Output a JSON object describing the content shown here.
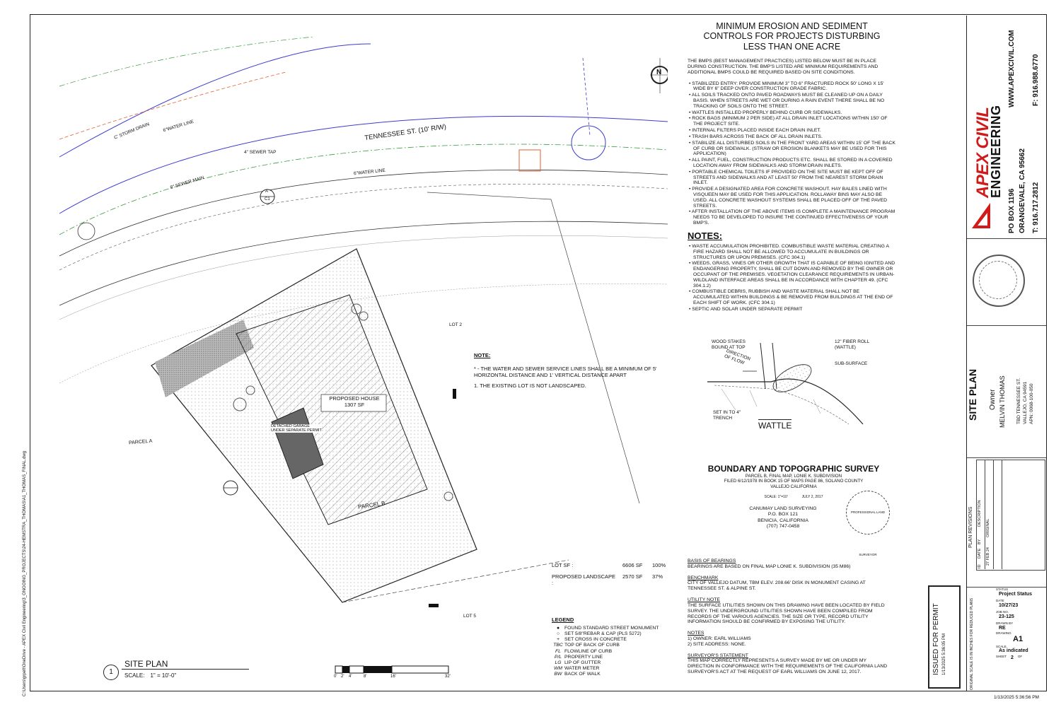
{
  "sheet": {
    "left_path": "C:\\Users\\grpelt\\OneDrive - APEX Civil Engineering\\3_ONGOING_PROJECTS\\24-HEMSTRA_THOMAS\\A1_THOMAS_FINAL.dwg"
  },
  "site_plan": {
    "street_label": "TENNESSEE ST. (10' R/W)",
    "storm_drain": "C' STORM DRAIN",
    "water_line": "6\"WATER LINE",
    "sewer_main": "8\" SEWER MAIN",
    "sewer_tap": "4\" SEWER TAP",
    "water_line2": "6\"WATER LINE",
    "lot2": "LOT 2",
    "lot5": "LOT 5",
    "parcel_a": "PARCEL A",
    "parcel_b": "PARCEL B",
    "proposed_house": "PROPOSED HOUSE",
    "proposed_house_sf": "1307 SF",
    "detached_garage": "DETACHED GARAGE",
    "detached_garage_sub": "UNDER SEPARATE PERMIT",
    "compass": "N",
    "callout_top": "A",
    "callout_bot": "C1",
    "note_title": "NOTE:",
    "note_1": "* - THE WATER AND SEWER SERVICE LINES SHALL BE A MINIMUM OF 5' HORIZONTAL DISTANCE AND 1' VERTICAL DISTANCE APART",
    "note_2": "1.  THE EXISTING LOT IS NOT LANDSCAPED.",
    "lot_sf_label": "LOT SF :",
    "lot_sf_value": "6606 SF",
    "lot_sf_pct": "100%",
    "landscape_label": "PROPOSED LANDSCAPE :",
    "landscape_value": "2570 SF",
    "landscape_pct": "37%",
    "title_number": "1",
    "title": "SITE PLAN",
    "scale_label": "SCALE:",
    "scale_value": "1\" = 10'-0\"",
    "scalebar_ticks": [
      "0'",
      "2'",
      "4'",
      "8'",
      "16'",
      "32'"
    ]
  },
  "legend": {
    "title": "LEGEND",
    "rows": [
      {
        "sym": "●",
        "text": "FOUND STANDARD STREET MONUMENT"
      },
      {
        "sym": "○",
        "text": "SET 5/8\"REBAR & CAP (PLS 5272)"
      },
      {
        "sym": "+",
        "text": "SET CROSS IN CONCRETE"
      },
      {
        "sym": "TBC",
        "text": "TOP OF BACK OF CURB"
      },
      {
        "sym": "FL",
        "text": "FLOWLINE OF CURB"
      },
      {
        "sym": "P/L",
        "text": "PROPERTY LINE"
      },
      {
        "sym": "LG",
        "text": "LIP OF GUTTER"
      },
      {
        "sym": "WM",
        "text": "WATER METER"
      },
      {
        "sym": "BW",
        "text": "BACK OF WALK"
      }
    ]
  },
  "erosion": {
    "title_lines": [
      "MINIMUM EROSION AND SEDIMENT",
      "CONTROLS FOR PROJECTS DISTURBING",
      "LESS THAN ONE ACRE"
    ],
    "intro": "THE BMPS (BEST MANAGEMENT PRACTICES) LISTED BELOW MUST BE IN PLACE DURING CONSTRUCTION. THE BMP'S LISTED ARE MINIMUM REQUIREMENTS AND ADDITIONAL BMPS COULD BE REQUIRED BASED ON SITE CONDITIONS.",
    "items": [
      "STABILIZED ENTRY: PROVIDE MINIMUM 3\" TO 6\" FRACTURED ROCK 50' LONG X 15' WIDE BY 6\" DEEP OVER CONSTRUCTION GRADE FABRIC.",
      "ALL SOILS TRACKED ONTO PAVED ROADWAYS MUST BE CLEANED UP ON A DAILY BASIS. WHEN STREETS ARE WET OR DURING A RAIN EVENT THERE SHALL BE NO TRACKING OF SOILS ONTO THE STREET.",
      "WATTLES INSTALLED PROPERLY BEHIND CURB OR SIDEWALKS.",
      "ROCK BAGS (MINIMUM 2 PER SIDE) AT ALL DRAIN INLET LOCATIONS WITHIN 150' OF THE PROJECT SITE.",
      "INTERNAL FILTERS PLACED INSIDE EACH DRAIN INLET.",
      "TRASH BARS ACROSS THE BACK OF ALL DRAIN INLETS.",
      "STABILIZE ALL DISTURBED SOILS IN THE FRONT YARD AREAS WITHIN 15' OF THE BACK OF CURB OR SIDEWALK. (STRAW OR EROSION BLANKETS MAY BE USED FOR THIS APPLICATION)",
      "ALL PAINT, FUEL, CONSTRUCTION PRODUCTS ETC. SHALL BE STORED IN A COVERED LOCATION AWAY FROM SIDEWALKS AND STORM DRAIN INLETS.",
      "PORTABLE CHEMICAL TOILETS IF PROVIDED ON THE SITE MUST BE KEPT OFF OF STREETS AND SIDEWALKS AND AT LEAST 50' FROM THE NEAREST STORM DRAIN INLET.",
      "PROVIDE A DESIGNATED AREA FOR CONCRETE WASHOUT. HAY BALES LINED WITH VISQUEEN MAY BE USED FOR THIS APPLICATION. ROLLAWAY BINS MAY ALSO BE USED. ALL CONCRETE WASHOUT SYSTEMS SHALL BE PLACED OFF OF THE PAVED STREETS.",
      "AFTER INSTALLATION OF THE ABOVE ITEMS IS COMPLETE A MAINTENANCE PROGRAM NEEDS TO BE DEVELOPED TO INSURE THE CONTINUED EFFECTIVENESS OF YOUR BMP'S."
    ]
  },
  "notes": {
    "title": "NOTES:",
    "items": [
      "WASTE ACCUMULATION PROHIBITED. COMBUSTIBLE WASTE MATERIAL CREATING A FIRE HAZARD SHALL NOT BE ALLOWED TO ACCUMULATE IN BUILDINGS OR STRUCTURES OR UPON PREMISES. (CFC 304.1)",
      "WEEDS, GRASS, VINES OR OTHER GROWTH THAT IS CAPABLE OF BEING IGNITED AND ENDANGERING PROPERTY, SHALL BE CUT DOWN AND REMOVED BY THE OWNER OR OCCUPANT OF THE PREMISES. VEGETATION CLEARANCE REQUIREMENTS IN URBAN-WILDLAND INTERFACE AREAS SHALL BE IN ACCORDANCE WITH CHAPTER 49. (CFC 304.1.2)",
      "COMBUSTIBLE DEBRIS, RUBBISH AND WASTE MATERIAL SHALL NOT BE ACCUMULATED WITHIN BUILDINGS & BE REMOVED FROM BUILDINGS AT THE END OF EACH SHIFT OF WORK. (CFC 304.1)",
      "SEPTIC AND SOLAR UNDER SEPARATE PERMIT"
    ]
  },
  "wattle": {
    "stakes": "WOOD STAKES BOUND AT TOP",
    "fiber": "12\" FIBER ROLL (WATTLE)",
    "flow": "DIRECTION OF FLOW",
    "subsurface": "SUB-SURFACE",
    "trench": "SET IN TO 4\" TRENCH",
    "title": "WATTLE"
  },
  "survey": {
    "title": "BOUNDARY AND TOPOGRAPHIC SURVEY",
    "lines": [
      "PARCEL B, FINAL MAP, LONIE K. SUBDIVISION",
      "FILED 6/12/1978 IN BOOK 15 OF MAPS PAGE 86, SOLANO COUNTY",
      "VALLEJO CALIFORNIA"
    ],
    "scale": "SCALE: 1\"=10'",
    "date": "JULY 2, 2017",
    "company": [
      "CANUMAY LAND SURVEYING",
      "P.O. BOX 121",
      "BENICIA, CALIFORNIA",
      "(707) 747-0458"
    ],
    "stamp": "PROFESSIONAL LAND SURVEYOR",
    "bearings_title": "BASIS OF BEARINGS",
    "bearings": "BEARINGS ARE BASED ON FINAL MAP LONIE K. SUBDIVISION (35 M86)",
    "benchmark_title": "BENCHMARK",
    "benchmark": "CITY OF VALLEJO DATUM, TBM ELEV. 208.66' DISK IN MONUMENT CASING AT TENNESSEE ST. & ALPINE ST.",
    "utility_title": "UTILITY NOTE",
    "utility": "THE SURFACE UTILITIES SHOWN ON THIS DRAWING HAVE BEEN LOCATED BY FIELD SURVEY. THE UNDERGROUND UTILITIES SHOWN HAVE BEEN COMPILED FROM RECORDS OF THE VARIOUS AGENCIES. THE SIZE OR TYPE, RECORD UTILITY INFORMATION SHOULD BE CONFIRMED BY EXPOSING THE UTILITY.",
    "notes_title": "NOTES",
    "notes": [
      "1) OWNER: EARL WILLIAMS",
      "2) SITE ADDRESS: NONE."
    ],
    "statement_title": "SURVEYOR'S STATEMENT",
    "statement": "THIS MAP CORRECTLY REPRESENTS A SURVEY MADE BY ME OR UNDER MY DIRECTION IN CONFORMANCE WITH THE REQUIREMENTS OF THE CALIFORNIA LAND SURVEYOR'S ACT AT THE REQUEST OF EARL WILLIAMS ON JUNE 12, 2017."
  },
  "permit_box": {
    "label": "ISSUED FOR PERMIT",
    "date": "1/13/2025 5:36:05 PM"
  },
  "title_block": {
    "company_apex": "APEX CIVIL",
    "company_eng": "ENGINEERING",
    "po_box": "PO BOX 1196",
    "city": "ORANGEVALE, CA 95662",
    "phone": "T: 916.717.2812",
    "website": "WWW.APEXCIVIL.COM",
    "fax": "F: 916.988.6770",
    "sheet_title": "SITE PLAN",
    "owner_label": "Owner",
    "owner_name": "MELVIN THOMAS",
    "address_lines": [
      "TBD TENNESSEE ST.",
      "VALLEJO, CA 94591",
      "APN: 0068-100-050"
    ],
    "revisions_title": "PLAN REVISIONS",
    "rev_headers": [
      "ID",
      "DATE",
      "BY",
      "DESCRIPTION"
    ],
    "rev_row": [
      "",
      "27 FEB 24",
      "",
      "ORIGINAL"
    ],
    "status_label": "STATUS",
    "status_value": "Project Status",
    "date_label": "DATE",
    "date_value": "10/27/23",
    "job_label": "JOB NO.",
    "job_value": "23-125",
    "drawn_label": "DRAWN BY",
    "drawn_value": "RE",
    "drawing_label": "DRAWING",
    "drawing_value": "A1",
    "scale_label": "SCALE",
    "scale_value": "As indicated",
    "sheet_label": "SHEET",
    "sheet_value": "2",
    "sheet_of": "OF",
    "original_scale_note": "ORIGINAL SCALE IS IN INCHES FOR REDUCED PLANS",
    "footer_date": "1/13/2025 5:36:56 PM"
  }
}
